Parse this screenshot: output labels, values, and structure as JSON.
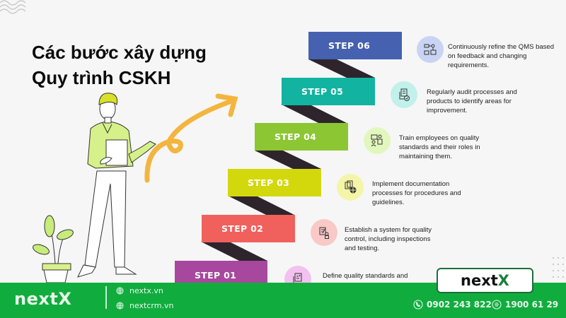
{
  "title": {
    "line1": "Các bước xây dựng",
    "line2": "Quy trình CSKH"
  },
  "steps": [
    {
      "label": "STEP 06",
      "color": "#4561b0",
      "icon": "workflow-refine-icon",
      "icon_bg": "#c9d4f3",
      "description": "Continuously refine the QMS based on feedback and changing requirements."
    },
    {
      "label": "STEP 05",
      "color": "#12b3a1",
      "icon": "audit-checklist-icon",
      "icon_bg": "#c2f0ea",
      "description": "Regularly audit processes and products to identify areas for improvement."
    },
    {
      "label": "STEP 04",
      "color": "#8cc632",
      "icon": "training-people-icon",
      "icon_bg": "#e2f7bd",
      "description": "Train employees on quality standards and their roles in maintaining them."
    },
    {
      "label": "STEP 03",
      "color": "#d3d80c",
      "icon": "documentation-globe-icon",
      "icon_bg": "#f4f5a8",
      "description": "Implement documentation processes for procedures and guidelines."
    },
    {
      "label": "STEP 02",
      "color": "#f0605c",
      "icon": "quality-control-icon",
      "icon_bg": "#f9c9c7",
      "description": "Establish a system for quality control, including inspections and testing."
    },
    {
      "label": "STEP 01",
      "color": "#a7479e",
      "icon": "quality-standards-icon",
      "icon_bg": "#f3c1ef",
      "description": "Define quality standards and"
    }
  ],
  "shadow_color": "#2e242c",
  "arrow_color": "#f3b53d",
  "brand": {
    "name_prefix": "next",
    "name_suffix": "X"
  },
  "footer": {
    "logo": "nextX",
    "links": [
      {
        "icon": "globe-icon",
        "text": "nextx.vn"
      },
      {
        "icon": "globe-icon",
        "text": "nextcrm.vn"
      }
    ],
    "phones": [
      {
        "icon": "phone-icon",
        "text": "0902 243 822"
      },
      {
        "icon": "hotline-icon",
        "text": "1900 61 29"
      }
    ],
    "background": "#10ad3e"
  }
}
